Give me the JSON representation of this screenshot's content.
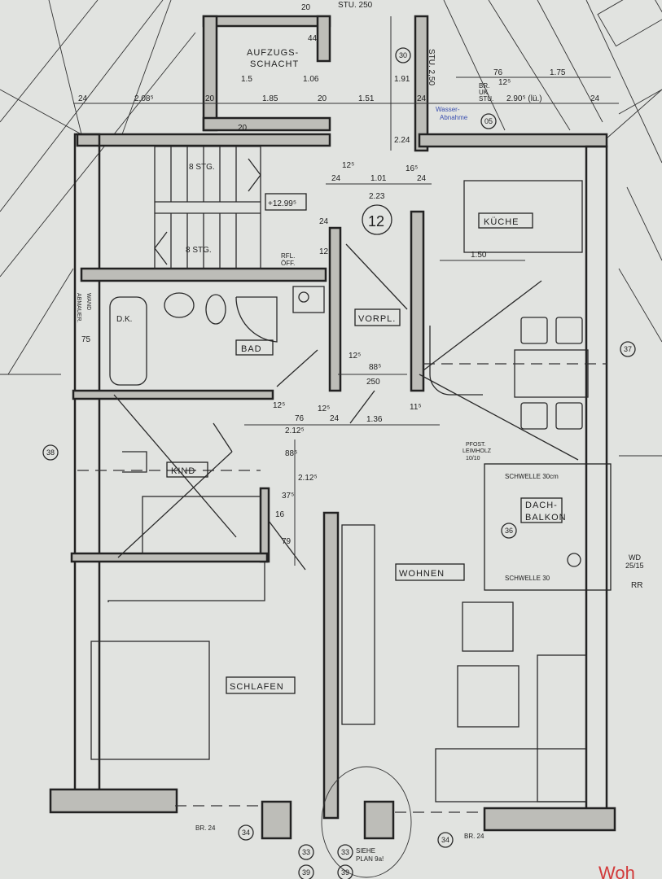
{
  "rooms": {
    "elevator": [
      "AUFZUGS-",
      "SCHACHT"
    ],
    "kitchen": "KÜCHE",
    "bath": "BAD",
    "bath_tub": "D.K.",
    "hall": "VORPL.",
    "child": "KIND",
    "balcony": [
      "DACH-",
      "BALKON"
    ],
    "living": "WOHNEN",
    "bedroom": "SCHLAFEN",
    "stairs_up": "8 STG.",
    "stairs_down": "8 STG."
  },
  "annotations": {
    "top_stu": "STU. 250",
    "side_stu": "STU. 2,50",
    "br_uk_stu": [
      "BR.",
      "UK",
      "STU."
    ],
    "level": "+12.99⁵",
    "unit_number": "12",
    "rfl_off": [
      "RFL.",
      "ÖFF."
    ],
    "water": [
      "Wasser-",
      "Abnahme"
    ],
    "post": [
      "PFOST.",
      "LEIMHOLZ",
      "10/10"
    ],
    "sill_top": "SCHWELLE 30cm",
    "sill_bottom": "SCHWELLE 30",
    "wd": [
      "WD",
      "25/15"
    ],
    "rr": "RR",
    "see_plan": [
      "SIEHE",
      "PLAN 9a!"
    ],
    "br24_left": "BR. 24",
    "br24_right": "BR. 24",
    "bath_side": [
      "ABMAUER.",
      "WAND"
    ],
    "red_note": "Woh"
  },
  "markers": [
    "30",
    "05",
    "37",
    "38",
    "36",
    "34",
    "34",
    "33",
    "33",
    "39",
    "39"
  ],
  "dimensions": {
    "top": [
      "24",
      "2.08⁵",
      "20",
      "1.85",
      "20",
      "1.51",
      "24",
      "2.90⁵ (lü.)",
      "24"
    ],
    "top_right": [
      "76",
      "1.75",
      "12⁵"
    ],
    "shaft": [
      "44",
      "1.06",
      "1.5",
      "20",
      "20"
    ],
    "vertical_hall": [
      "1.91",
      "2.24"
    ],
    "hall_top": [
      "12⁵",
      "16⁵",
      "24",
      "1.01",
      "24",
      "2.23"
    ],
    "hall_small": [
      "24",
      "12"
    ],
    "kitchen": "1.50",
    "hall_mid": [
      "12⁵",
      "88⁵",
      "250"
    ],
    "mid": [
      "12⁵",
      "76",
      "12⁵",
      "24",
      "1.36",
      "11⁵",
      "2.12⁵"
    ],
    "child_vert": [
      "88⁵",
      "2.12⁵",
      "37⁵",
      "16",
      "79"
    ],
    "bath_side": "75"
  },
  "colors": {
    "ink": "#222222",
    "paper": "#e1e3e0",
    "wall_fill": "#bdbdb8",
    "pen_blue": "#3a4fb0",
    "pen_red": "#d23a3a"
  }
}
